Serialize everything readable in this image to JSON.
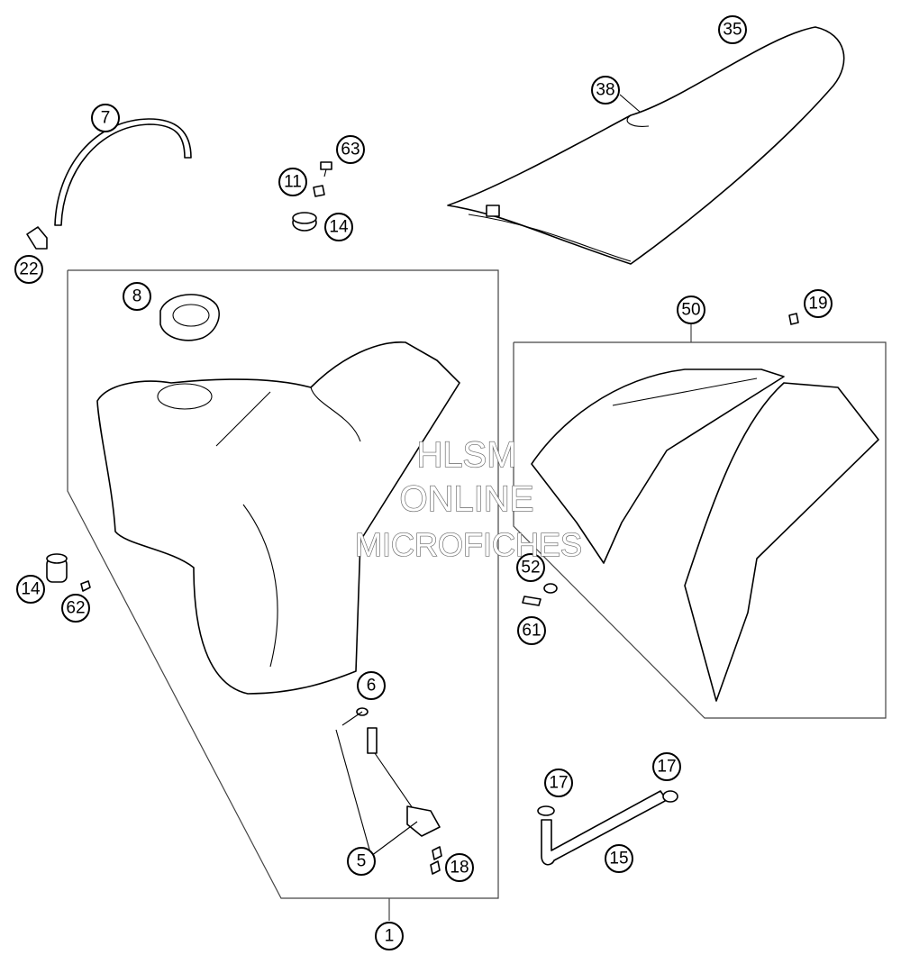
{
  "diagram": {
    "callouts": [
      {
        "id": "c35",
        "label": "35"
      },
      {
        "id": "c38",
        "label": "38"
      },
      {
        "id": "c7",
        "label": "7"
      },
      {
        "id": "c63",
        "label": "63"
      },
      {
        "id": "c11",
        "label": "11"
      },
      {
        "id": "c14a",
        "label": "14"
      },
      {
        "id": "c22",
        "label": "22"
      },
      {
        "id": "c8",
        "label": "8"
      },
      {
        "id": "c50",
        "label": "50"
      },
      {
        "id": "c19",
        "label": "19"
      },
      {
        "id": "c14b",
        "label": "14"
      },
      {
        "id": "c62",
        "label": "62"
      },
      {
        "id": "c52",
        "label": "52"
      },
      {
        "id": "c61",
        "label": "61"
      },
      {
        "id": "c6",
        "label": "6"
      },
      {
        "id": "c17a",
        "label": "17"
      },
      {
        "id": "c17b",
        "label": "17"
      },
      {
        "id": "c5",
        "label": "5"
      },
      {
        "id": "c18",
        "label": "18"
      },
      {
        "id": "c15",
        "label": "15"
      },
      {
        "id": "c1",
        "label": "1"
      }
    ]
  },
  "watermark": {
    "line1": "HLSM",
    "line2": "ONLINE",
    "line3": "MICROFICHES"
  }
}
